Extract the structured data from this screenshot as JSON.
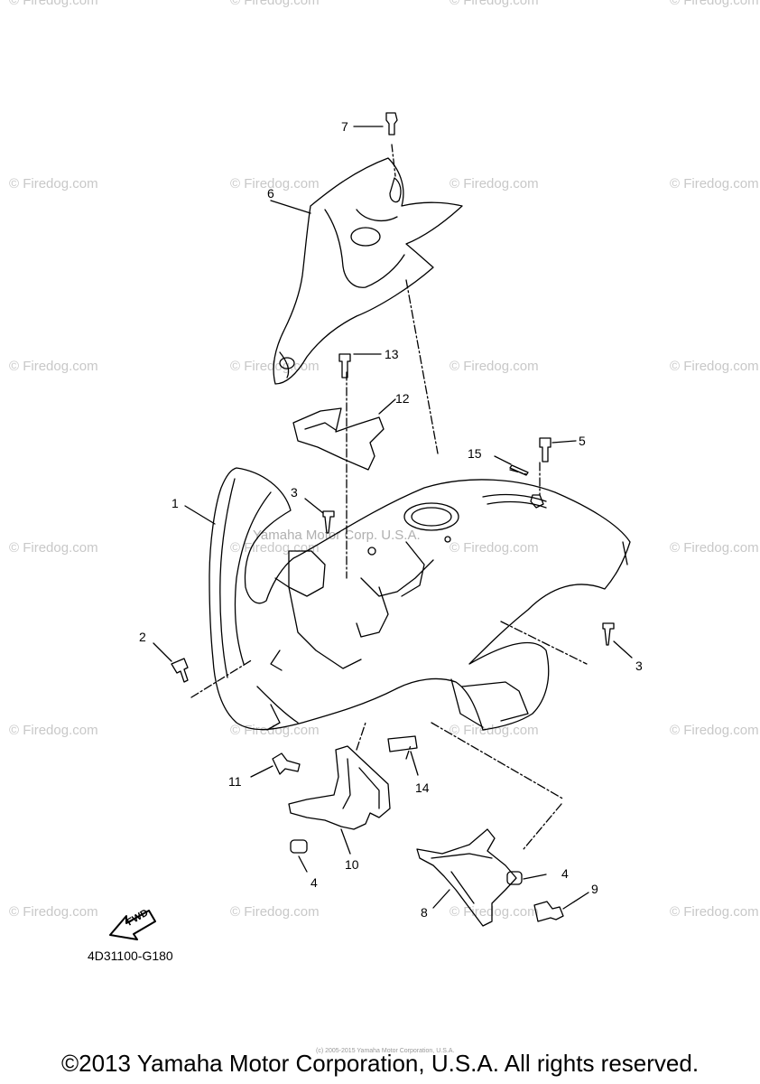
{
  "watermark": "© Firedog.com",
  "overlay_watermark": "Yamaha Motor Corp. U.S.A.",
  "callouts": {
    "p1": "1",
    "p2": "2",
    "p3a": "3",
    "p3b": "3",
    "p4a": "4",
    "p4b": "4",
    "p5": "5",
    "p6": "6",
    "p7": "7",
    "p8": "8",
    "p9": "9",
    "p10": "10",
    "p11": "11",
    "p12": "12",
    "p13": "13",
    "p14": "14",
    "p15": "15"
  },
  "fwd_arrow": "FWD",
  "diagram_code": "4D31100-G180",
  "tiny_credit": "(c) 2005-2015 Yamaha Motor Corporation, U.S.A.",
  "copyright": "©2013 Yamaha Motor Corporation, U.S.A. All rights reserved."
}
